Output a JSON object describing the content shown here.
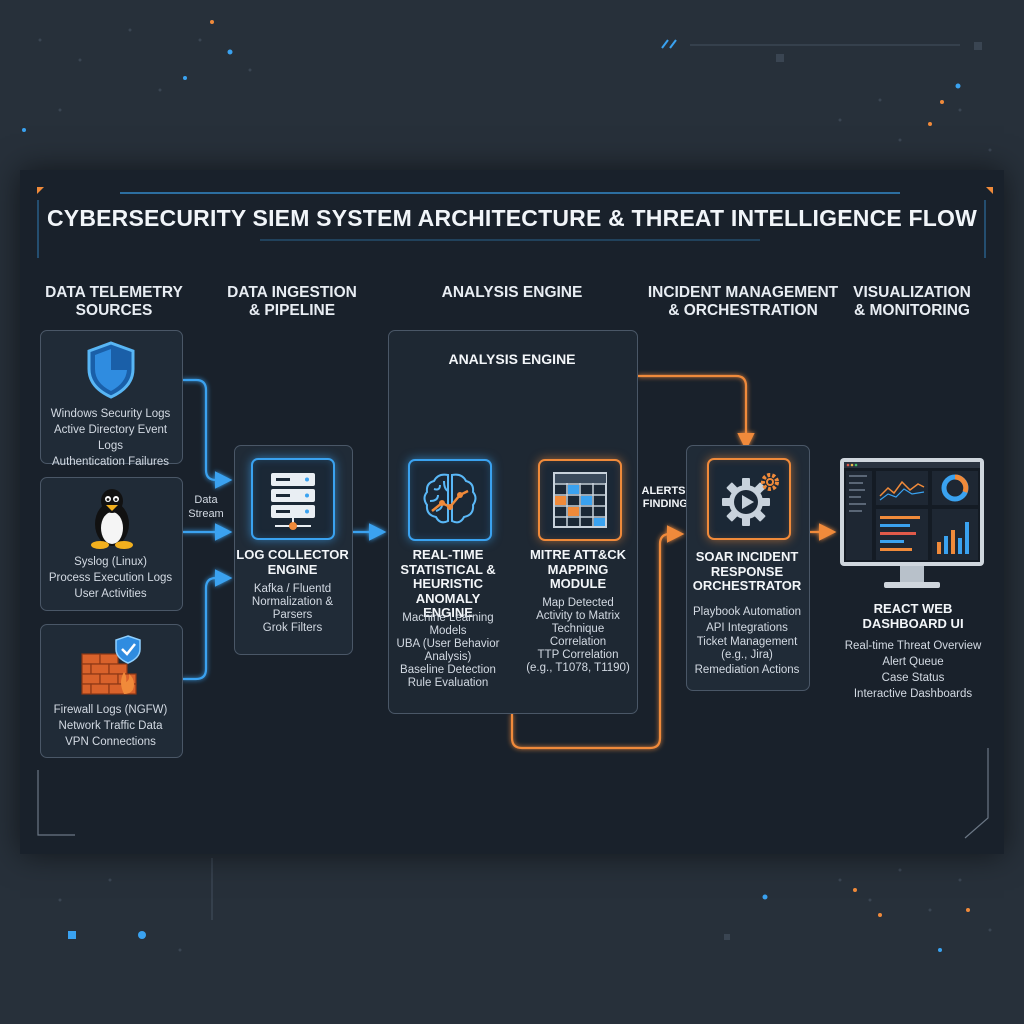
{
  "title": "CYBERSECURITY SIEM SYSTEM ARCHITECTURE & THREAT INTELLIGENCE FLOW",
  "columns": {
    "sources": {
      "line1": "DATA TELEMETRY",
      "line2": "SOURCES"
    },
    "ingestion": {
      "line1": "DATA INGESTION",
      "line2": "& PIPELINE"
    },
    "analysis": {
      "line1": "ANALYSIS ENGINE"
    },
    "incident": {
      "line1": "INCIDENT MANAGEMENT",
      "line2": "& ORCHESTRATION"
    },
    "visualization": {
      "line1": "VISUALIZATION",
      "line2": "& MONITORING"
    }
  },
  "sources": {
    "windows": [
      "Windows Security Logs",
      "Active Directory Event Logs",
      "Authentication Failures"
    ],
    "linux": [
      "Syslog (Linux)",
      "Process Execution Logs",
      "User Activities"
    ],
    "firewall": [
      "Firewall Logs (NGFW)",
      "Network Traffic Data",
      "VPN Connections"
    ]
  },
  "stream_label": {
    "line1": "Data",
    "line2": "Stream"
  },
  "collector": {
    "title": [
      "LOG COLLECTOR",
      "ENGINE"
    ],
    "items": [
      "Kafka / Fluentd",
      "Normalization &",
      "Parsers",
      "Grok Filters"
    ]
  },
  "analysis_box": {
    "title": "ANALYSIS ENGINE"
  },
  "anomaly": {
    "title": [
      "REAL-TIME",
      "STATISTICAL &",
      "HEURISTIC",
      "ANOMALY ENGINE"
    ],
    "items": [
      "Machine Learning",
      "Models",
      "UBA (User Behavior",
      "Analysis)",
      "Baseline Detection",
      "Rule Evaluation"
    ]
  },
  "mitre": {
    "title": [
      "MITRE ATT&CK",
      "MAPPING",
      "MODULE"
    ],
    "items": [
      "Map Detected",
      "Activity to Matrix",
      "Technique",
      "Correlation",
      "TTP Correlation",
      "(e.g., T1078, T1190)"
    ]
  },
  "alerts_label": {
    "line1": "ALERTS &",
    "line2": "FINDINGS"
  },
  "soar": {
    "title": [
      "SOAR INCIDENT",
      "RESPONSE",
      "ORCHESTRATOR"
    ],
    "items": [
      "Playbook Automation",
      "API Integrations",
      "Ticket Management",
      "(e.g., Jira)",
      "Remediation Actions"
    ]
  },
  "dashboard": {
    "title": [
      "REACT WEB",
      "DASHBOARD UI"
    ],
    "items": [
      "Real-time Threat Overview",
      "Alert Queue",
      "Case Status",
      "Interactive Dashboards"
    ]
  },
  "colors": {
    "blue": "#3aa2f0",
    "orange": "#f08a3a",
    "panel": "#19212b",
    "background": "#27303a"
  },
  "icons": [
    "shield-icon",
    "linux-penguin-icon",
    "firewall-icon",
    "server-icon",
    "brain-icon",
    "matrix-icon",
    "gear-play-icon",
    "monitor-icon"
  ]
}
